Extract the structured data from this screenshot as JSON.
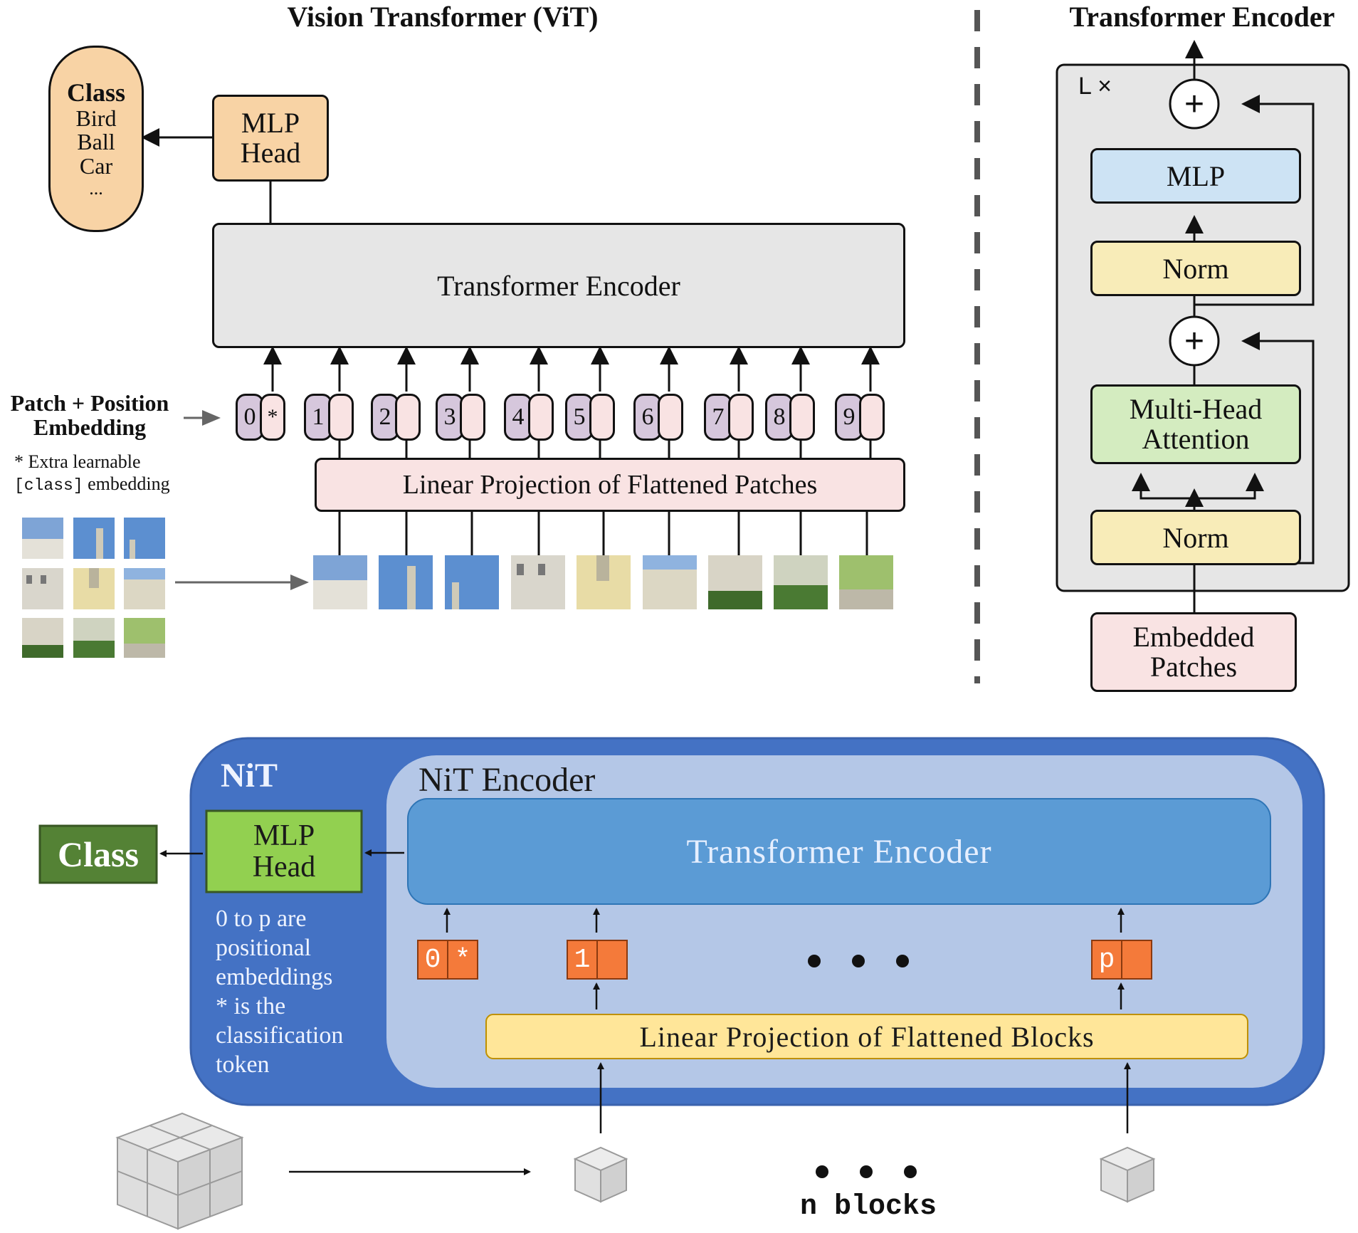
{
  "vit": {
    "title": "Vision Transformer (ViT)",
    "class_box": {
      "title": "Class",
      "items": [
        "Bird",
        "Ball",
        "Car",
        "..."
      ]
    },
    "mlp_head": [
      "MLP",
      "Head"
    ],
    "transformer_encoder": "Transformer Encoder",
    "patch_position_label": [
      "Patch + Position",
      "Embedding"
    ],
    "extra_note": {
      "prefix": "* Extra learnable",
      "code": "[class]",
      "suffix": " embedding"
    },
    "tokens": [
      "0",
      "1",
      "2",
      "3",
      "4",
      "5",
      "6",
      "7",
      "8",
      "9"
    ],
    "class_token_marker": "*",
    "linear_projection": "Linear Projection of Flattened Patches"
  },
  "encoder_detail": {
    "title": "Transformer Encoder",
    "repeat_label": "L ×",
    "mlp": "MLP",
    "norm_top": "Norm",
    "attention": [
      "Multi-Head",
      "Attention"
    ],
    "norm_bottom": "Norm",
    "embedded_patches": [
      "Embedded",
      "Patches"
    ],
    "plus_symbol": "+"
  },
  "nit": {
    "title": "NiT",
    "encoder_title": "NiT Encoder",
    "class_label": "Class",
    "mlp_head": [
      "MLP",
      "Head"
    ],
    "transformer_encoder": "Transformer Encoder",
    "note_lines": [
      "0 to p are",
      "positional",
      "embeddings",
      "* is the",
      "classification",
      "token"
    ],
    "tokens": [
      {
        "pos": "0",
        "emb": "*"
      },
      {
        "pos": "1",
        "emb": ""
      },
      {
        "pos": "p",
        "emb": ""
      }
    ],
    "linear_projection": "Linear Projection of Flattened Blocks",
    "n_blocks": "n blocks"
  },
  "colors": {
    "orange_box": "#f8d3a5",
    "grey_box": "#e6e6e6",
    "pink_box": "#f9e3e3",
    "token_purple": "#d6c7dc",
    "mlp_blue": "#cde3f4",
    "norm_yellow": "#f8ecb8",
    "attention_green": "#d4ecc0",
    "nit_outer": "#4472c4",
    "nit_inner": "#b4c7e7",
    "nit_transformer": "#5b9bd5",
    "nit_mlp_green": "#92d050",
    "nit_class_green": "#548235",
    "nit_token_orange": "#f47a3a",
    "nit_projection_yellow": "#ffe699"
  }
}
